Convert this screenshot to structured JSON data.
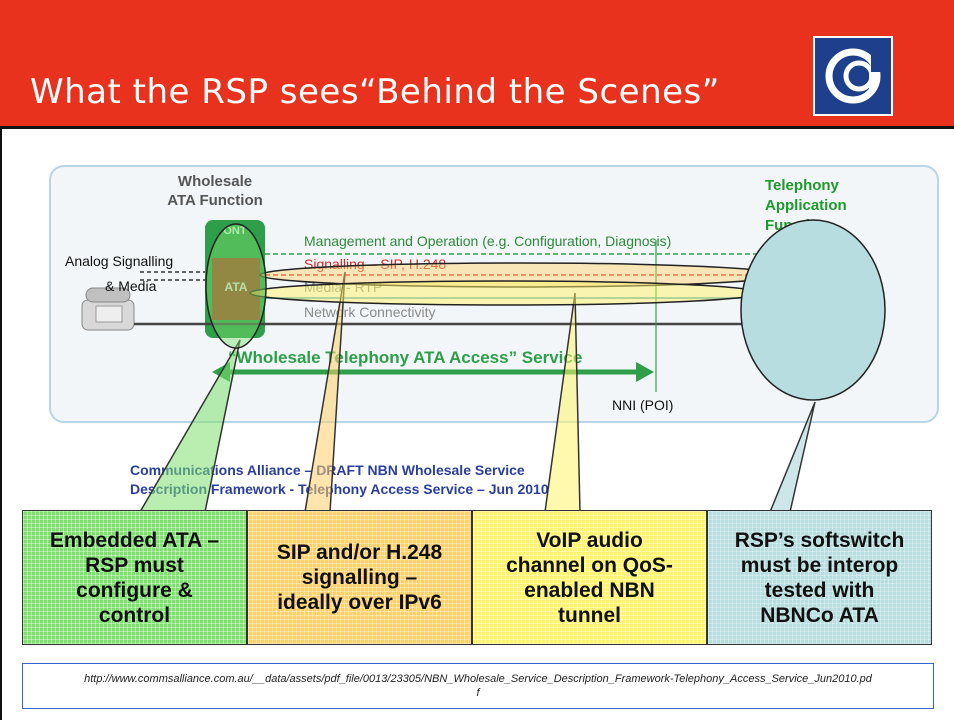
{
  "title": "What the RSP sees“Behind the Scenes”",
  "diagram": {
    "wholesale_ata_function": "Wholesale\nATA Function",
    "telephony_application_function": "Telephony\nApplication\nFunction",
    "ont_label": "ONT",
    "ata_label": "ATA",
    "analog_signalling": "Analog Signalling",
    "media": "& Media",
    "management_line": "Management and Operation (e.g. Configuration, Diagnosis)",
    "signalling_line": "Signalling – SIP, H.248",
    "media_line": "Media - RTP",
    "network_line": "Network Connectivity",
    "service_label": "“Wholesale Telephony ATA Access” Service",
    "nni_label": "NNI (POI)",
    "source_line1": "Communications Alliance – DRAFT NBN Wholesale Service",
    "source_line2": "Description Framework - Telephony Access Service – Jun 2010"
  },
  "callouts": [
    {
      "text": "Embedded ATA –\nRSP must\nconfigure &\ncontrol",
      "color": "#7fe070"
    },
    {
      "text": "SIP and/or H.248\nsignalling –\nideally over IPv6",
      "color": "#ffd06a"
    },
    {
      "text": "VoIP audio\nchannel on QoS-\nenabled NBN\ntunnel",
      "color": "#fff46a"
    },
    {
      "text": "RSP’s softswitch\nmust be interop\ntested with\nNBNCo ATA",
      "color": "#b8dde0"
    }
  ],
  "footer_url": "http://www.commsalliance.com.au/__data/assets/pdf_file/0013/23305/NBN_Wholesale_Service_Description_Framework-Telephony_Access_Service_Jun2010.pdf",
  "colors": {
    "header": "#e8321e",
    "logo": "#1d3f8c",
    "service_arrow": "#2e9e4a",
    "telephony_green": "#1f9a2a"
  }
}
